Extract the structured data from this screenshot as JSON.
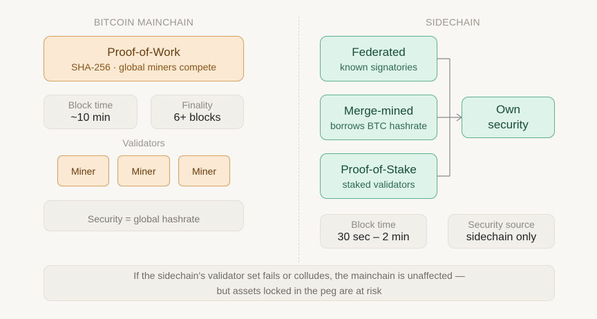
{
  "mainchain": {
    "title": "BITCOIN MAINCHAIN",
    "pow": {
      "title": "Proof-of-Work",
      "subtitle": "SHA-256 · global miners compete"
    },
    "block_time": {
      "label": "Block time",
      "value": "~10 min"
    },
    "finality": {
      "label": "Finality",
      "value": "6+ blocks"
    },
    "validators_label": "Validators",
    "miners": [
      "Miner",
      "Miner",
      "Miner"
    ],
    "security": "Security = global hashrate"
  },
  "sidechain": {
    "title": "SIDECHAIN",
    "options": [
      {
        "title": "Federated",
        "subtitle": "known signatories"
      },
      {
        "title": "Merge-mined",
        "subtitle": "borrows BTC hashrate"
      },
      {
        "title": "Proof-of-Stake",
        "subtitle": "staked validators"
      }
    ],
    "own_security": {
      "line1": "Own",
      "line2": "security"
    },
    "block_time": {
      "label": "Block time",
      "value": "30 sec – 2 min"
    },
    "security_source": {
      "label": "Security source",
      "value": "sidechain only"
    }
  },
  "footer": {
    "line1": "If the sidechain's validator set fails or colludes, the mainchain is unaffected —",
    "line2": "but assets locked in the peg are at risk"
  },
  "colors": {
    "orange_fill": "#fbe9d3",
    "orange_border": "#d99f5f",
    "green_fill": "#def3ea",
    "green_border": "#5fb08f",
    "neutral_fill": "#f0efea",
    "connector": "#8a8a8a"
  }
}
